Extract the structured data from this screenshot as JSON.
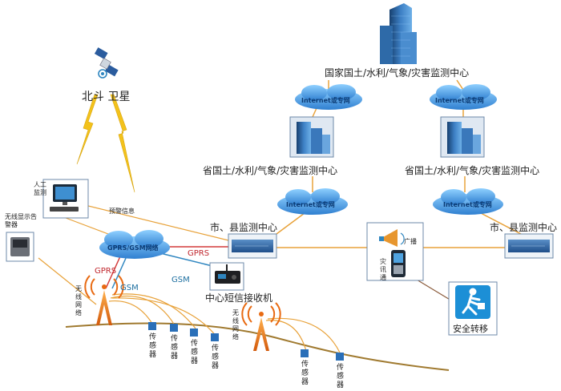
{
  "labels": {
    "national_center": "国家国土/水利/气象/灾害监测中心",
    "provincial_center_left": "省国土/水利/气象/灾害监测中心",
    "provincial_center_right": "省国土/水利/气象/灾害监测中心",
    "city_center_left": "市、县监测中心",
    "city_center_right": "市、县监测中心",
    "beidou": "北斗 卫星",
    "internet_top_left": "Internet或专网",
    "internet_top_right": "Internet或专网",
    "internet_mid_left": "Internet或专网",
    "internet_mid_right": "Internet或专网",
    "gprs_gsm_cloud": "GPRS/GSM网络",
    "gprs_red": "GPRS",
    "gprs_left": "GPRS",
    "gsm_left": "GSM",
    "gsm_right": "GSM",
    "sms_receiver": "中心短信接收机",
    "manual_monitor": "人工监测",
    "alert_info": "预警信息",
    "wireless_display": "无线显示告警器",
    "wireless_net_left": "无线网络",
    "wireless_net_right": "无线网络",
    "broadcast": "广播",
    "handheld": "灾讯通",
    "safe_transfer": "安全转移",
    "sensor": "传感器"
  },
  "colors": {
    "link_orange": "#e8a23a",
    "lightning_yellow": "#f3c21b",
    "red_link": "#d33a3a",
    "blue_link": "#2f86c0",
    "cloud_blue": "#2e8fd6",
    "tower_orange": "#e86a12"
  },
  "icons": {
    "satellite": "satellite-icon",
    "skyscraper": "skyscraper-icon",
    "building": "building-icon",
    "cloud": "cloud-icon",
    "server": "server-icon",
    "computer": "computer-icon",
    "radio": "radio-transceiver-icon",
    "tower": "radio-tower-icon",
    "sensor": "sensor-icon",
    "person": "running-person-icon",
    "megaphone": "megaphone-icon",
    "phone": "handheld-device-icon"
  }
}
